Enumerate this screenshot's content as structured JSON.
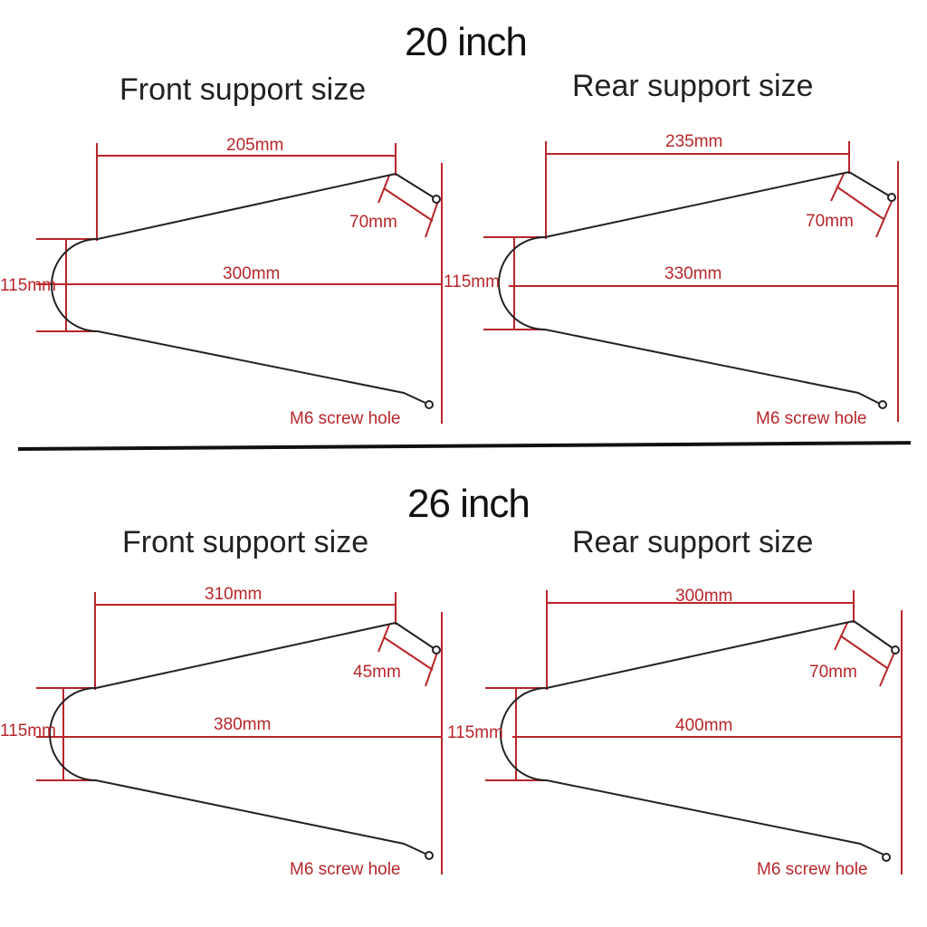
{
  "sections": [
    {
      "title": "20 inch",
      "panels": [
        {
          "title": "Front support size",
          "top_width": "205mm",
          "length": "300mm",
          "height": "115mm",
          "tab": "70mm",
          "hole_note": "M6 screw hole"
        },
        {
          "title": "Rear support size",
          "top_width": "235mm",
          "length": "330mm",
          "height": "115mm",
          "tab": "70mm",
          "hole_note": "M6 screw hole"
        }
      ]
    },
    {
      "title": "26 inch",
      "panels": [
        {
          "title": "Front support size",
          "top_width": "310mm",
          "length": "380mm",
          "height": "115mm",
          "tab": "45mm",
          "hole_note": "M6 screw hole"
        },
        {
          "title": "Rear support size",
          "top_width": "300mm",
          "length": "400mm",
          "height": "115mm",
          "tab": "70mm",
          "hole_note": "M6 screw hole"
        }
      ]
    }
  ],
  "colors": {
    "dimension": "#b8262a",
    "outline": "#222222"
  }
}
